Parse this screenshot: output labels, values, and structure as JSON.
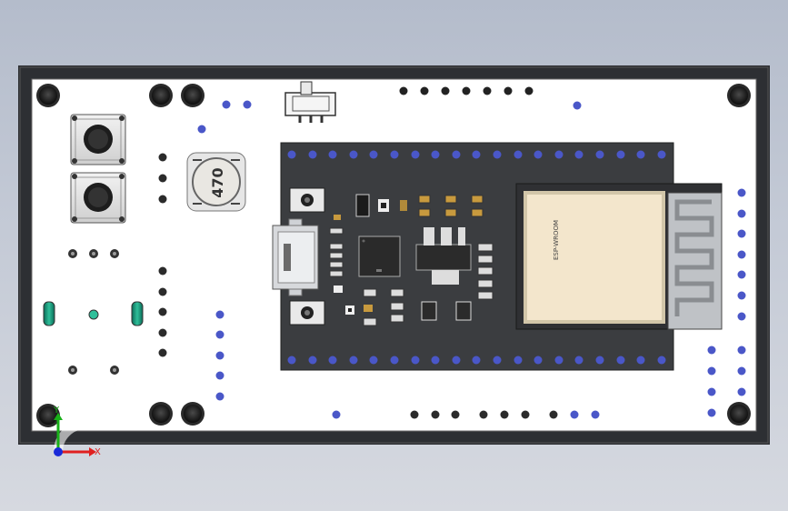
{
  "inductor": {
    "marking": "470"
  },
  "module": {
    "marking": "ESP-WROOM"
  },
  "triad": {
    "x_label": "X",
    "y_label": "Y"
  },
  "colors": {
    "enclosure": "#2d2f33",
    "board": "#ffffff",
    "devkit_pcb": "#3b3d40",
    "pin_blue": "#4a57c8",
    "shield": "#f3e6cc",
    "antenna_gray": "#bfc2c6",
    "axis_x": "#e02020",
    "axis_y": "#18b018",
    "axis_origin": "#1a2ad8"
  }
}
